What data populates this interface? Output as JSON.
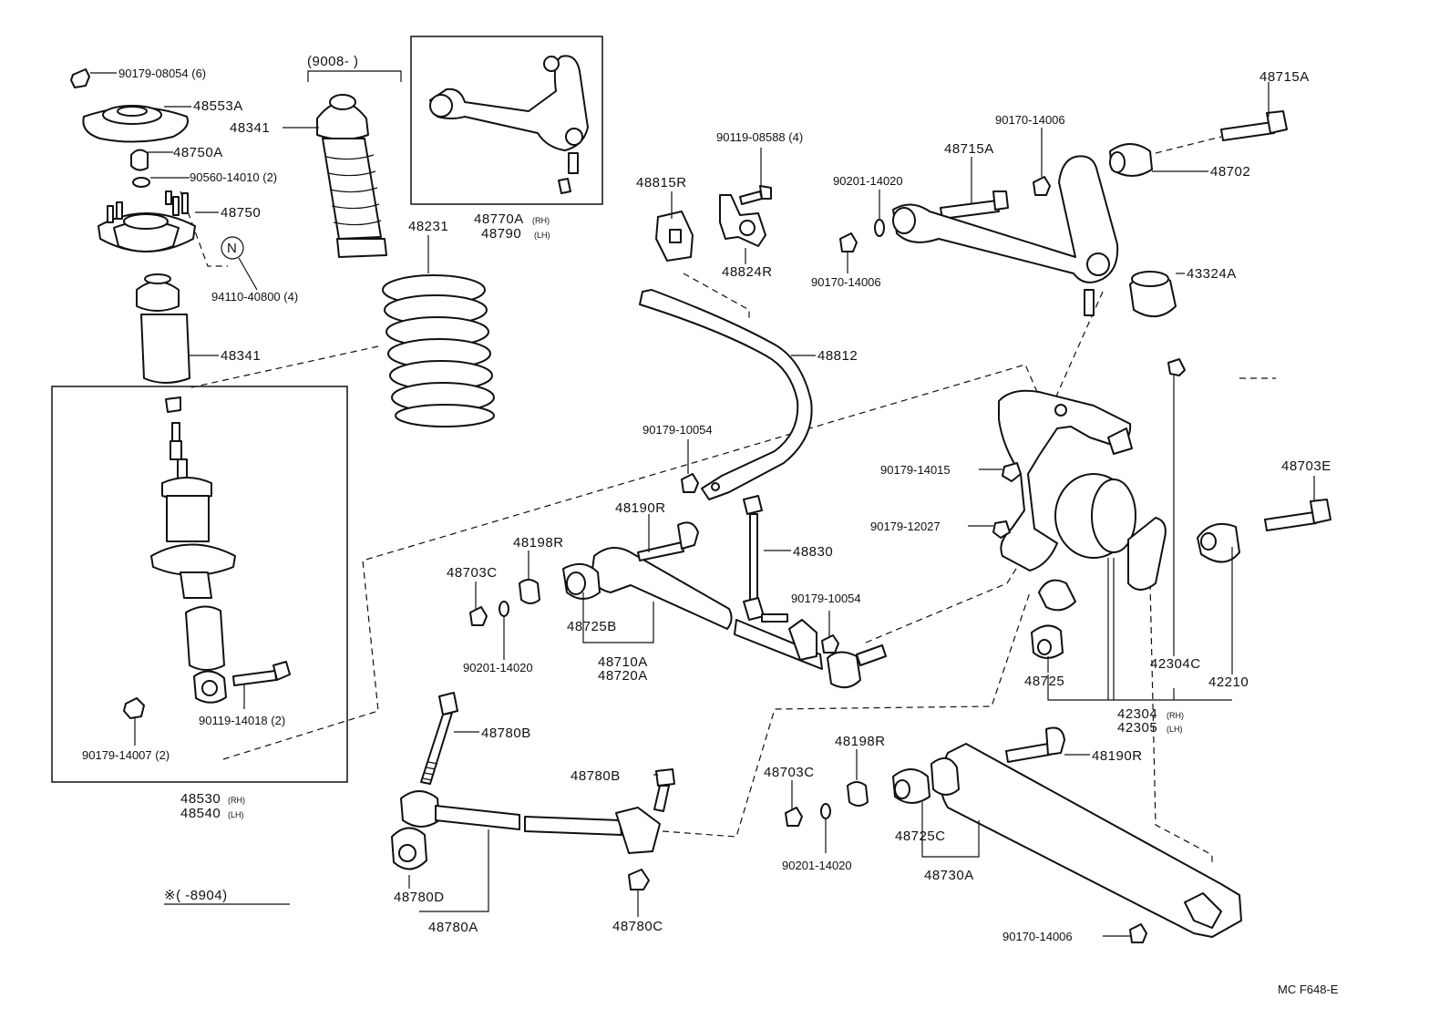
{
  "labels": {
    "p90179_08054": "90179-08054 (6)",
    "p48553A": "48553A",
    "p48750A": "48750A",
    "p90560_14010": "90560-14010 (2)",
    "p48750": "48750",
    "pN": "N",
    "p94110_40800": "94110-40800 (4)",
    "p48341_lower": "48341",
    "p9008": "(9008-      )",
    "p48341_upper": "48341",
    "p48231": "48231",
    "p48770A": "48770A",
    "p48770A_side": "(RH)",
    "p48790": "48790",
    "p48790_side": "(LH)",
    "p90119_14018": "90119-14018 (2)",
    "p90179_14007": "90179-14007 (2)",
    "p48530": "48530",
    "p48530_side": "(RH)",
    "p48540": "48540",
    "p48540_side": "(LH)",
    "p8904": "※(        -8904)",
    "p48815R": "48815R",
    "p90119_08588": "90119-08588 (4)",
    "p48824R": "48824R",
    "p48812": "48812",
    "p90179_10054_a": "90179-10054",
    "p48190R_a": "48190R",
    "p48198R_a": "48198R",
    "p48703C_a": "48703C",
    "p48725B": "48725B",
    "p48710A": "48710A",
    "p48720A": "48720A",
    "p90201_14020_a": "90201-14020",
    "p48830": "48830",
    "p90179_10054_b": "90179-10054",
    "p48780B_a": "48780B",
    "p48780B_b": "48780B",
    "p48780D": "48780D",
    "p48780A": "48780A",
    "p48780C": "48780C",
    "p48703C_b": "48703C",
    "p48198R_b": "48198R",
    "p90201_14020_b": "90201-14020",
    "p48725C": "48725C",
    "p48730A": "48730A",
    "p48190R_b": "48190R",
    "p90170_14006_c": "90170-14006",
    "p48715A_a": "48715A",
    "p90170_14006_a": "90170-14006",
    "p48715A_b": "48715A",
    "p90201_14020_c": "90201-14020",
    "p48702": "48702",
    "p90170_14006_b": "90170-14006",
    "p43324A": "43324A",
    "p90179_14015": "90179-14015",
    "p90179_12027": "90179-12027",
    "p48703E": "48703E",
    "p48725": "48725",
    "p42304C": "42304C",
    "p42210": "42210",
    "p42304": "42304",
    "p42304_side": "(RH)",
    "p42305": "42305",
    "p42305_side": "(LH)",
    "diagram_code": "MC F648-E"
  }
}
